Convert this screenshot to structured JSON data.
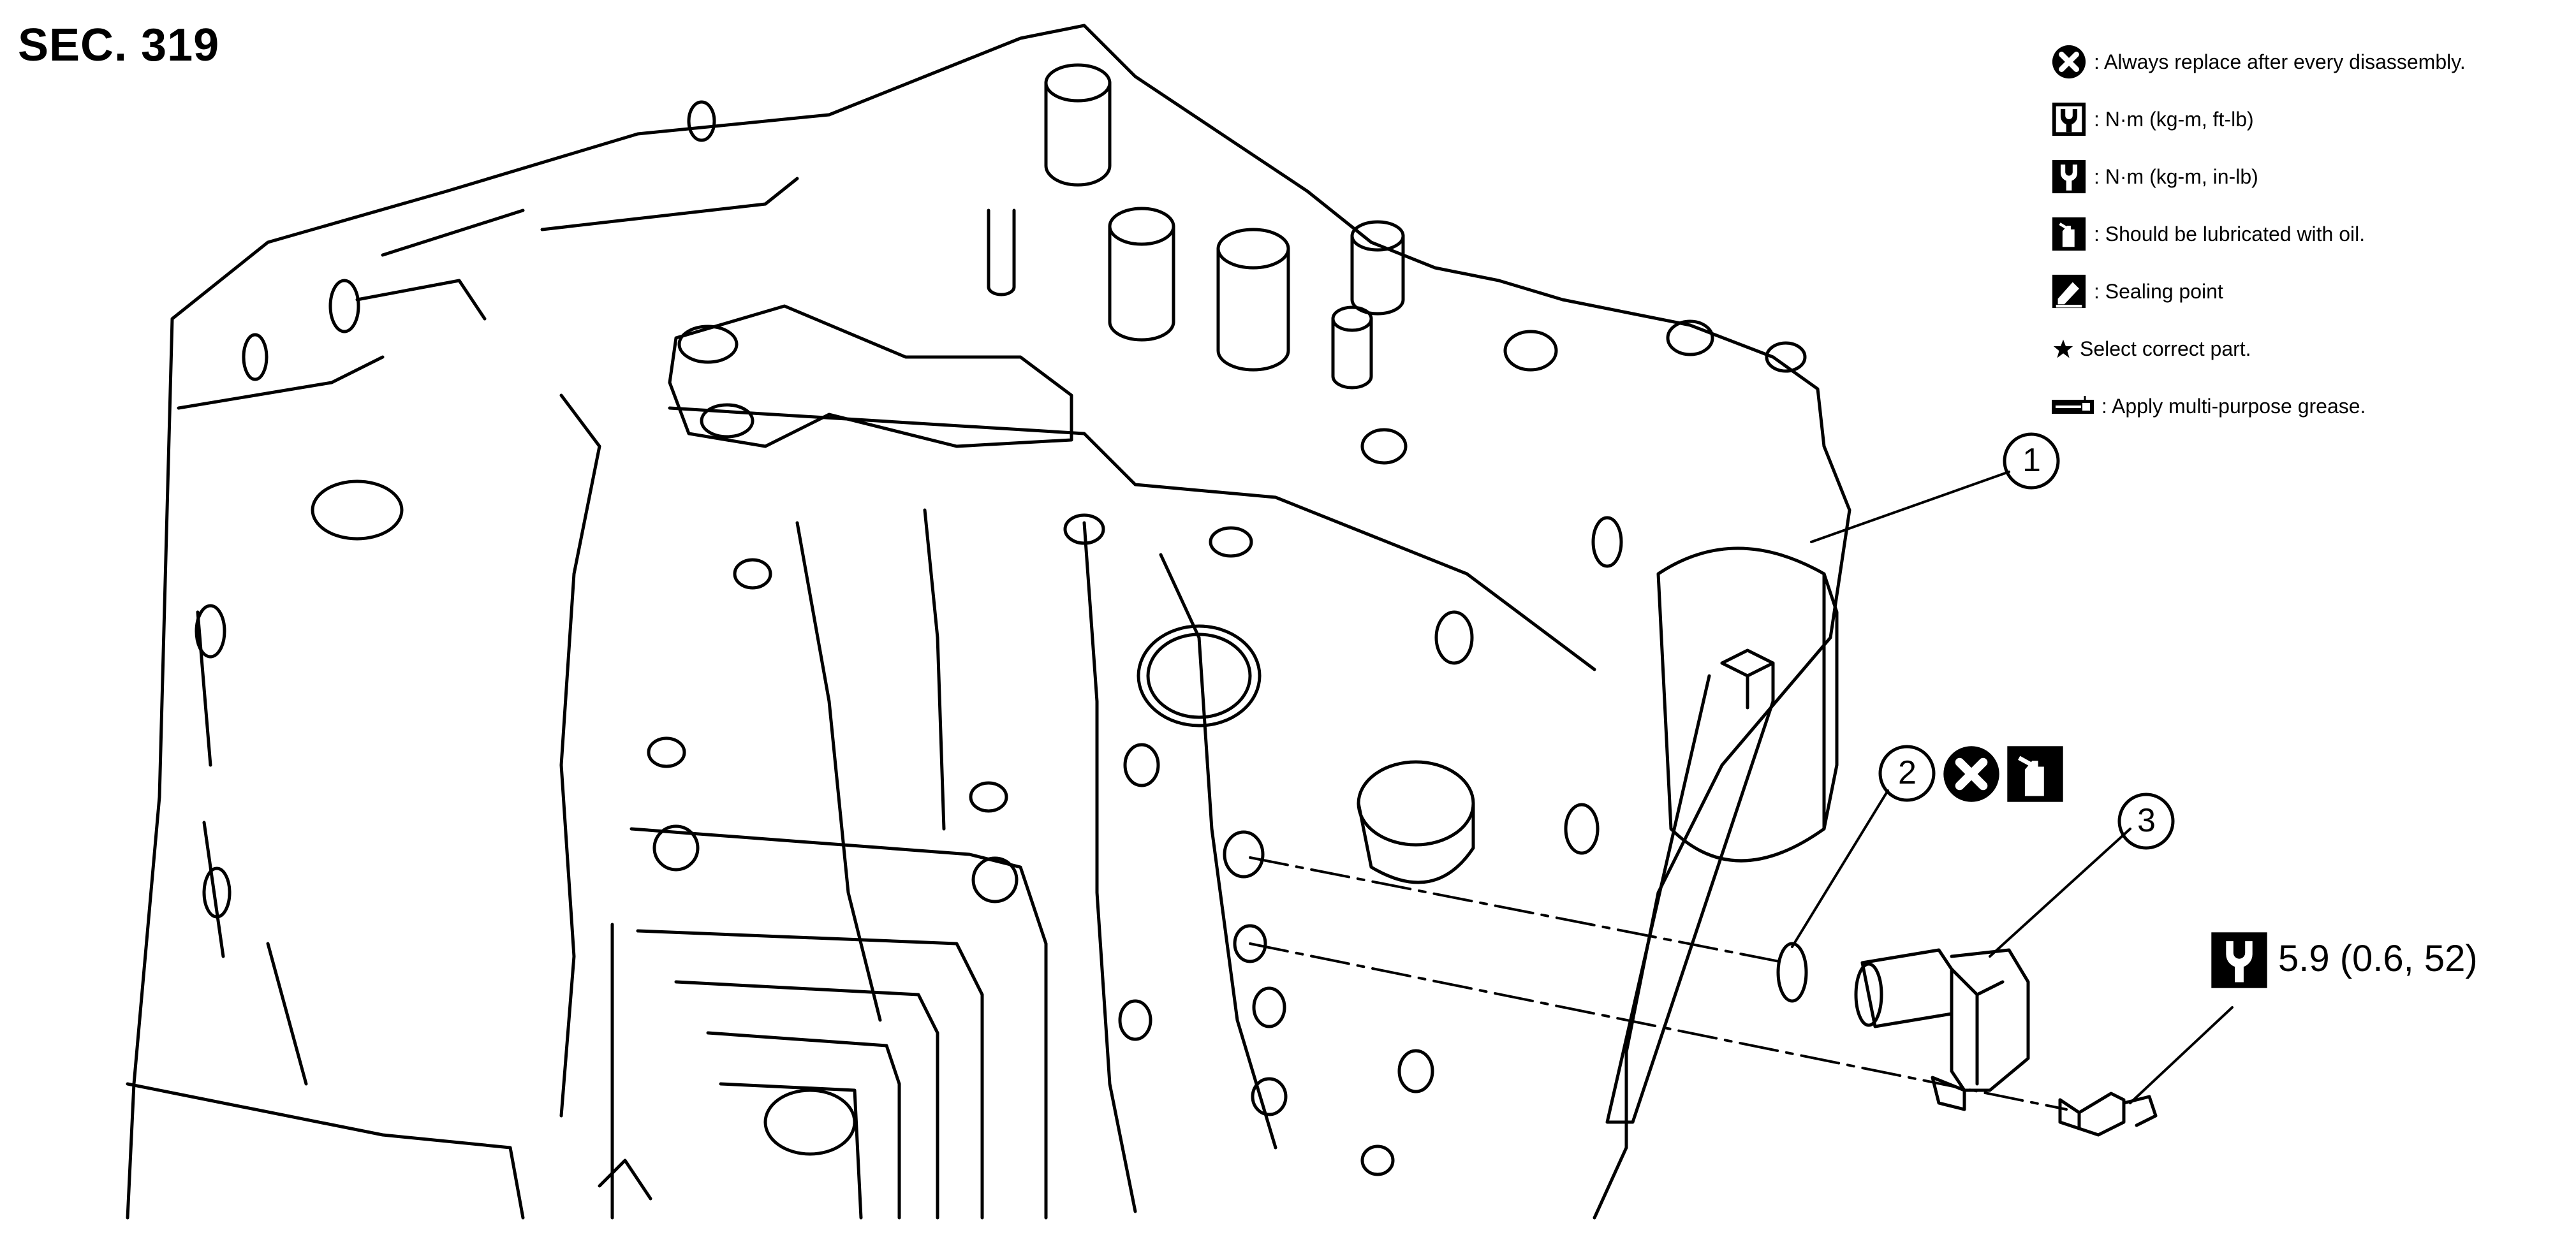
{
  "title": "SEC. 319",
  "legend": [
    {
      "icon": "x-circle-icon",
      "text": ": Always replace after every disassembly."
    },
    {
      "icon": "torque-wrench-icon",
      "text": ": N·m (kg-m, ft-lb)"
    },
    {
      "icon": "torque-wrench-filled-icon",
      "text": ": N·m (kg-m, in-lb)"
    },
    {
      "icon": "oil-can-icon",
      "text": ": Should be lubricated with oil."
    },
    {
      "icon": "sealant-icon",
      "text": ": Sealing point"
    },
    {
      "icon": "star-icon",
      "text": "Select correct part."
    },
    {
      "icon": "grease-icon",
      "text": ": Apply multi-purpose grease."
    }
  ],
  "callouts": {
    "c1": "1",
    "c2": "2",
    "c3": "3"
  },
  "torque": {
    "value": "5.9 (0.6, 52)"
  }
}
